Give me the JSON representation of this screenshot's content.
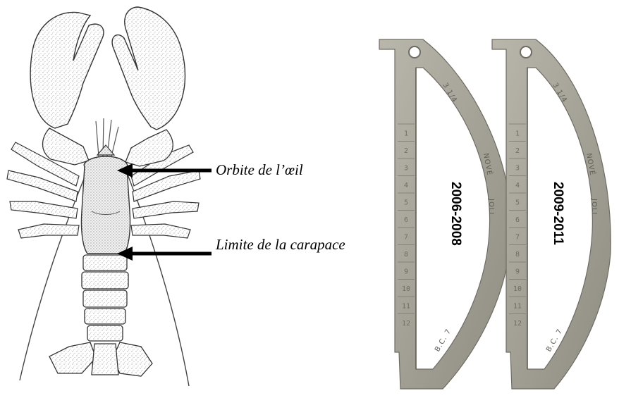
{
  "annotations": {
    "eye_orbit": "Orbite de l’œil",
    "carapace_limit": "Limite de la carapace"
  },
  "gauges": [
    {
      "period": "2006-2008",
      "scale_marks": [
        "1",
        "2",
        "3",
        "4",
        "5",
        "6",
        "7",
        "8",
        "9",
        "10",
        "11",
        "12"
      ],
      "stamps": [
        "3 1/4",
        "NOVÉ",
        "JOLI",
        "B.C. 7"
      ]
    },
    {
      "period": "2009-2011",
      "scale_marks": [
        "1",
        "2",
        "3",
        "4",
        "5",
        "6",
        "7",
        "8",
        "9",
        "10",
        "11",
        "12"
      ],
      "stamps": [
        "3 1/4",
        "NOVÉ",
        "JOLI",
        "B.C. 7"
      ]
    }
  ],
  "colors": {
    "metal": "#a9a79b",
    "metal_dark": "#7f7d72",
    "ink": "#000000"
  }
}
